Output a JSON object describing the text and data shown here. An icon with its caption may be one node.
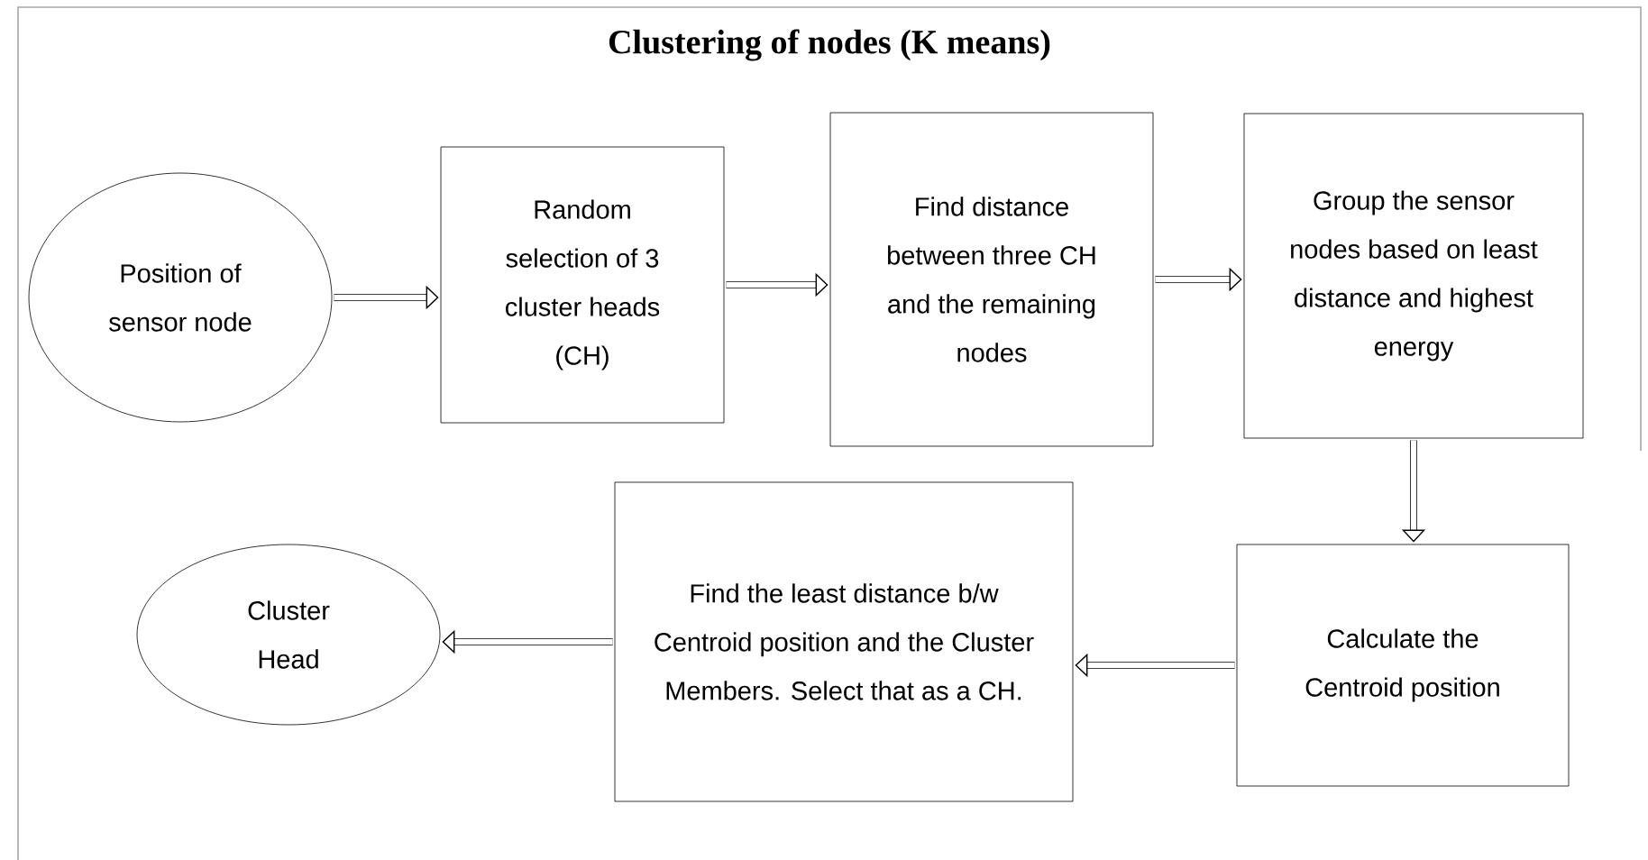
{
  "diagram": {
    "title": "Clustering of nodes (K means)",
    "nodes": [
      {
        "text": [
          "Position of sensor node"
        ]
      },
      {
        "text": [
          "Random selection of 3 cluster heads (CH)"
        ]
      },
      {
        "text": [
          "Find distance between three CH and the remaining nodes"
        ]
      },
      {
        "text": [
          "Group the sensor nodes based on least distance and highest energy"
        ]
      },
      {
        "text": [
          "Calculate the Centroid position"
        ]
      },
      {
        "text": [
          "Find the least distance b/w Centroid position and the Cluster Members. Select that as a CH."
        ]
      },
      {
        "text": [
          "Cluster Head"
        ]
      }
    ],
    "edges": [
      {
        "from": 0,
        "to": 1,
        "arrow": "to"
      },
      {
        "from": 1,
        "to": 2,
        "arrow": "to"
      },
      {
        "from": 2,
        "to": 3,
        "arrow": "to"
      },
      {
        "from": 3,
        "to": 4,
        "arrow": "to"
      },
      {
        "from": 4,
        "to": 5,
        "arrow": "to"
      },
      {
        "from": 5,
        "to": 6,
        "arrow": "to"
      }
    ]
  }
}
